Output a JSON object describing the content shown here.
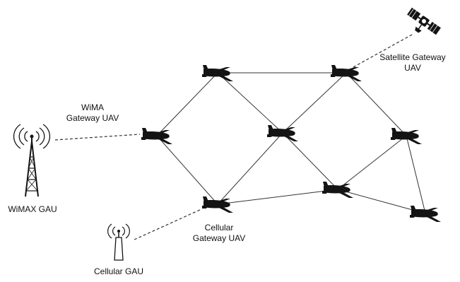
{
  "labels": {
    "satellite_gateway_line1": "Satellite Gateway",
    "satellite_gateway_line2": "UAV",
    "wimax_gateway_line1": "WiMA",
    "wimax_gateway_line2": "Gateway UAV",
    "wimax_gau": "WiMAX GAU",
    "cellular_gateway_line1": "Cellular",
    "cellular_gateway_line2": "Gateway UAV",
    "cellular_gau": "Cellular GAU"
  },
  "colors": {
    "line": "#333333",
    "silhouette": "#141414",
    "background": "#ffffff"
  },
  "icons": {
    "uav": "uav-icon",
    "satellite": "satellite-icon",
    "wimax_tower": "wimax-tower-icon",
    "cellular_antenna": "cellular-antenna-icon"
  }
}
